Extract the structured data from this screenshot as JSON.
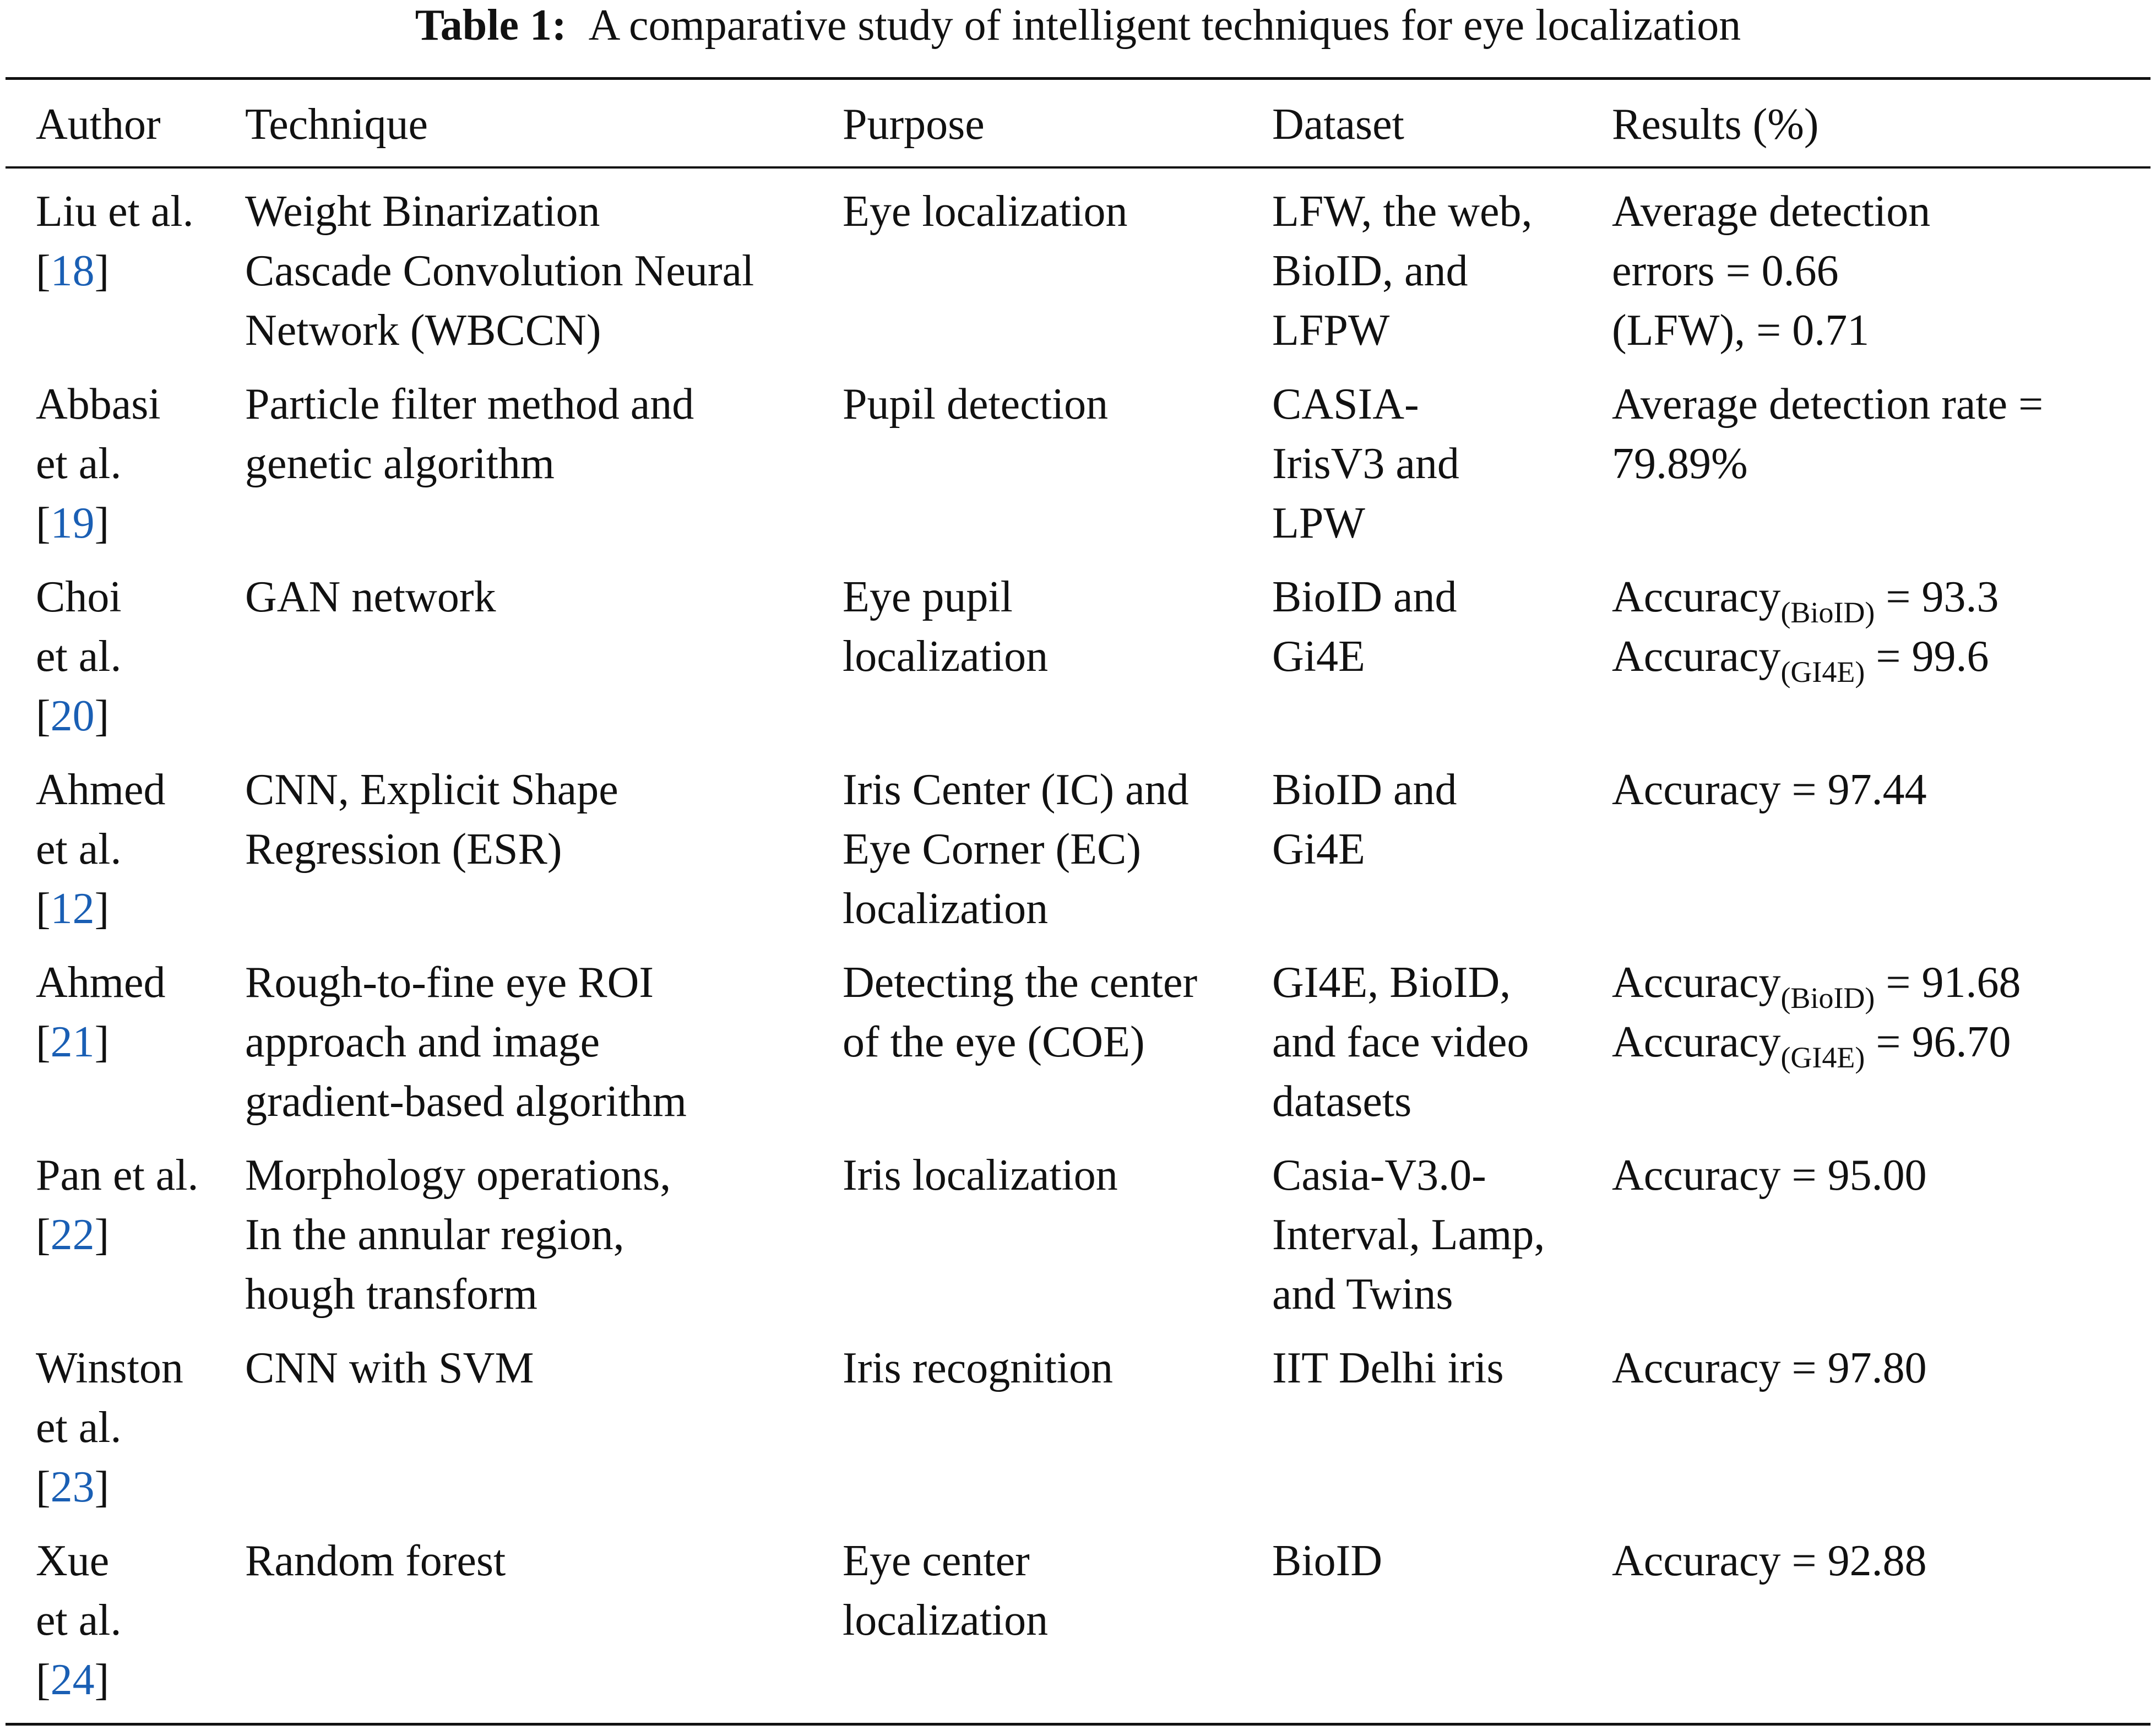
{
  "caption": {
    "label": "Table 1:",
    "text": "A comparative study of intelligent techniques for eye localization"
  },
  "table": {
    "headers": {
      "author": "Author",
      "technique": "Technique",
      "purpose": "Purpose",
      "dataset": "Dataset",
      "results": "Results (%)"
    },
    "rows": [
      {
        "author_lines": [
          "Liu et al."
        ],
        "ref": "18",
        "technique_lines": [
          "Weight Binarization",
          "Cascade Convolution Neural",
          "Network (WBCCN)"
        ],
        "purpose_lines": [
          "Eye localization"
        ],
        "dataset_lines": [
          "LFW, the web,",
          "BioID, and",
          "LFPW"
        ],
        "results_lines": [
          "Average detection",
          "errors = 0.66",
          "(LFW), = 0.71"
        ]
      },
      {
        "author_lines": [
          "Abbasi",
          "et al."
        ],
        "ref": "19",
        "technique_lines": [
          "Particle filter method and",
          "genetic algorithm"
        ],
        "purpose_lines": [
          "Pupil detection"
        ],
        "dataset_lines": [
          "CASIA-",
          "IrisV3 and",
          "LPW"
        ],
        "results_lines": [
          "Average detection rate =",
          "79.89%"
        ]
      },
      {
        "author_lines": [
          "Choi",
          "et al."
        ],
        "ref": "20",
        "technique_lines": [
          "GAN network"
        ],
        "purpose_lines": [
          "Eye pupil",
          "localization"
        ],
        "dataset_lines": [
          "BioID and",
          "Gi4E"
        ],
        "results_sub": [
          {
            "base": "Accuracy",
            "sub": "(BioID)",
            "rest": " = 93.3"
          },
          {
            "base": "Accuracy",
            "sub": "(GI4E)",
            "rest": " = 99.6"
          }
        ]
      },
      {
        "author_lines": [
          "Ahmed",
          "et al."
        ],
        "ref": "12",
        "technique_lines": [
          "CNN, Explicit Shape",
          "Regression (ESR)"
        ],
        "purpose_lines": [
          "Iris Center (IC) and",
          "Eye Corner (EC)",
          "localization"
        ],
        "dataset_lines": [
          "BioID and",
          "Gi4E"
        ],
        "results_lines": [
          "Accuracy = 97.44"
        ]
      },
      {
        "author_lines": [
          "Ahmed"
        ],
        "ref": "21",
        "technique_lines": [
          "Rough-to-fine eye ROI",
          "approach and image",
          "gradient-based algorithm"
        ],
        "purpose_lines": [
          "Detecting the center",
          "of the eye (COE)"
        ],
        "dataset_lines": [
          "GI4E, BioID,",
          "and face video",
          "datasets"
        ],
        "results_sub": [
          {
            "base": "Accuracy",
            "sub": "(BioID)",
            "rest": " = 91.68"
          },
          {
            "base": "Accuracy",
            "sub": "(GI4E)",
            "rest": " = 96.70"
          }
        ]
      },
      {
        "author_lines": [
          "Pan et al."
        ],
        "ref": "22",
        "technique_lines": [
          "Morphology operations,",
          "In the annular region,",
          "hough transform"
        ],
        "purpose_lines": [
          "Iris localization"
        ],
        "dataset_lines": [
          "Casia-V3.0-",
          "Interval, Lamp,",
          "and Twins"
        ],
        "results_lines": [
          "Accuracy = 95.00"
        ]
      },
      {
        "author_lines": [
          "Winston",
          "et al."
        ],
        "ref": "23",
        "technique_lines": [
          "CNN with SVM"
        ],
        "purpose_lines": [
          "Iris recognition"
        ],
        "dataset_lines": [
          "IIT Delhi iris"
        ],
        "results_lines": [
          "Accuracy = 97.80"
        ]
      },
      {
        "author_lines": [
          "Xue",
          "et al."
        ],
        "ref": "24",
        "technique_lines": [
          "Random forest"
        ],
        "purpose_lines": [
          "Eye center",
          "localization"
        ],
        "dataset_lines": [
          "BioID"
        ],
        "results_lines": [
          "Accuracy = 92.88"
        ]
      }
    ]
  }
}
